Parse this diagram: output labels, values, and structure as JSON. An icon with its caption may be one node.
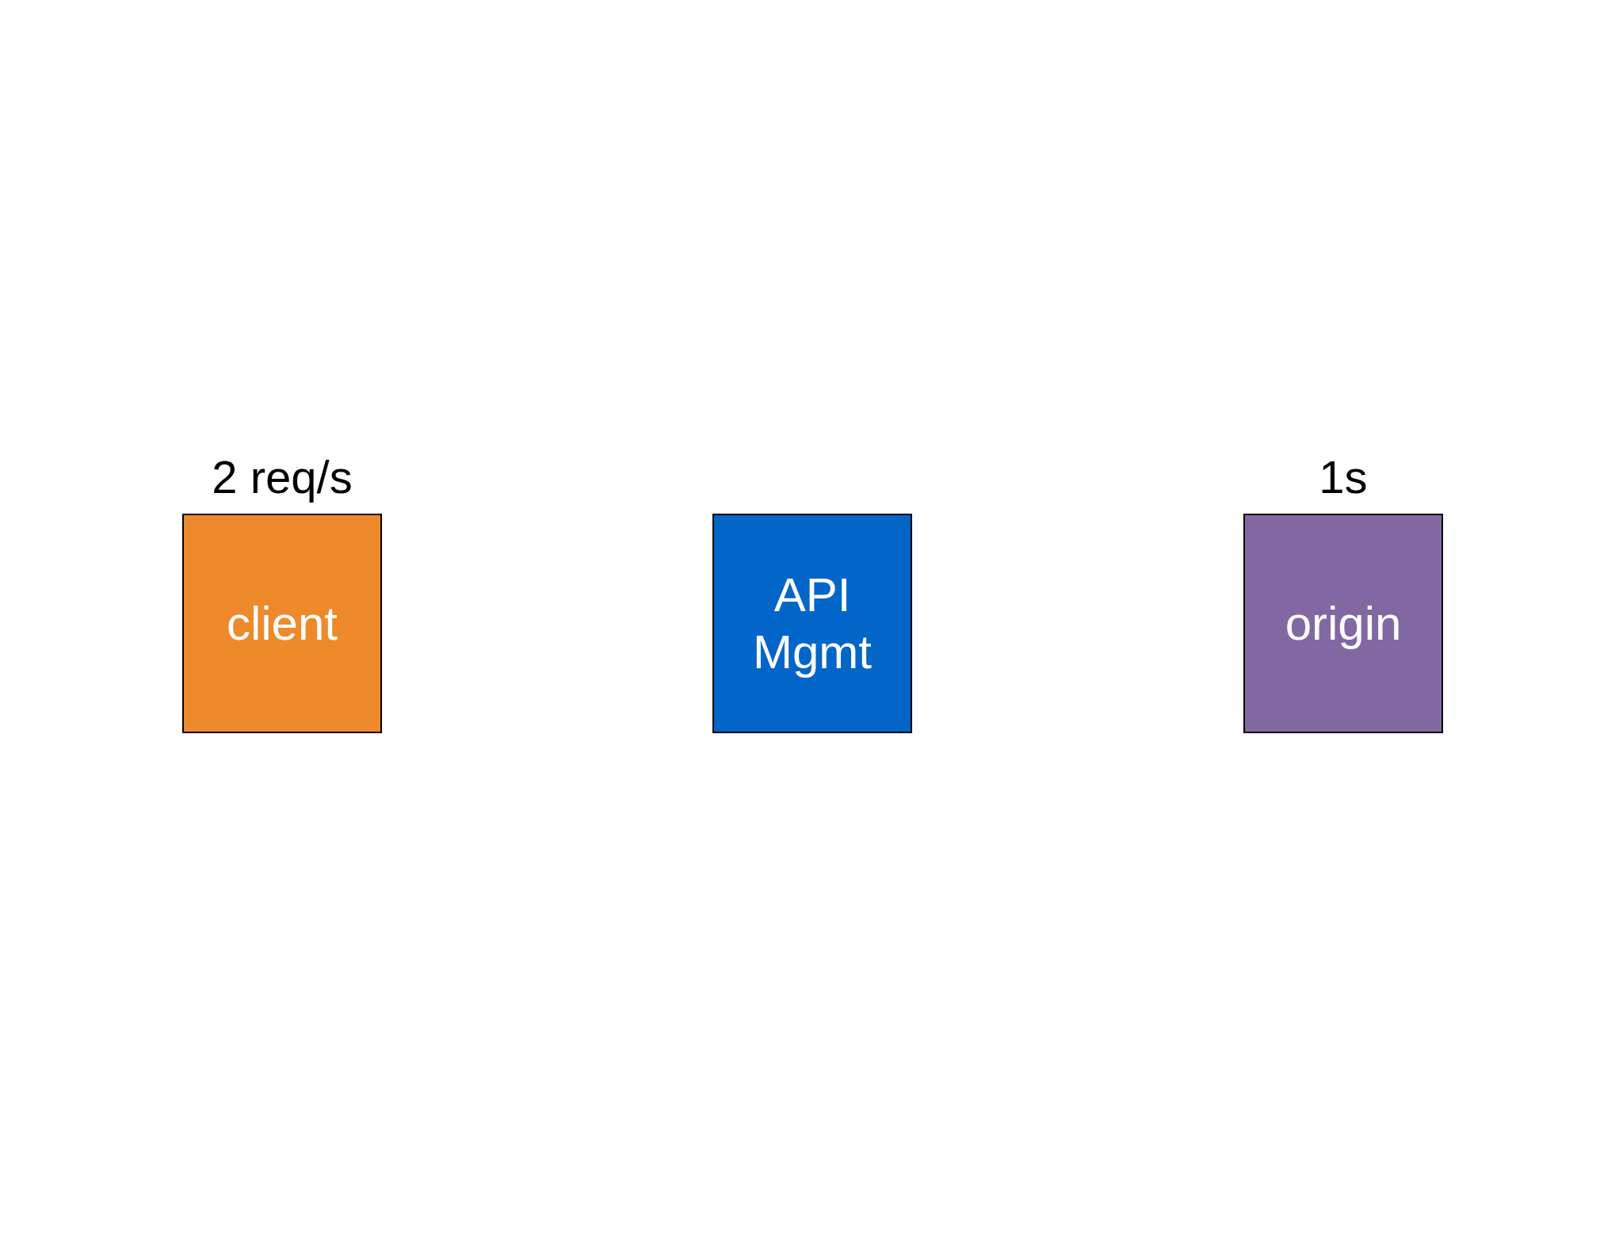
{
  "diagram": {
    "nodes": [
      {
        "text": [
          "client"
        ],
        "beside": [
          "2 req/s"
        ]
      },
      {
        "text": [
          "API Mgmt"
        ]
      },
      {
        "text": [
          "origin"
        ],
        "beside": [
          "1s"
        ]
      }
    ]
  }
}
